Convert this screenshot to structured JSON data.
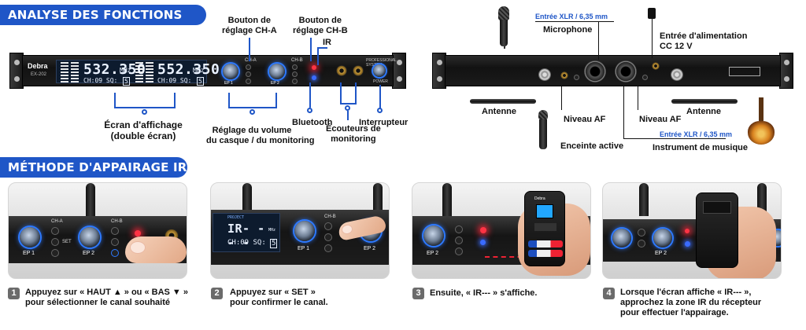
{
  "section1": {
    "title": "ANALYSE DES FONCTIONS CLÉS"
  },
  "section2": {
    "title": "MÉTHODE D'APPAIRAGE IR"
  },
  "front_panel": {
    "brand": "Debra",
    "model": "EX-202",
    "screen_a": {
      "freq": "532.350",
      "unit": "MHz",
      "status": "CH:09  SQ:",
      "sq_level": "5"
    },
    "screen_b": {
      "freq": "552.350",
      "unit": "MHz",
      "status": "CH:09  SQ:",
      "sq_level": "5"
    },
    "ep1_label": "EP 1",
    "ep2_label": "EP 2",
    "cha_label": "CH-A",
    "chb_label": "CH-B",
    "set_label": "SET",
    "power_label": "POWER",
    "system_label": "PROFESSIONAL SYSTEM"
  },
  "front_labels": {
    "btn_cha": [
      "Bouton de",
      "réglage CH-A"
    ],
    "btn_chb": [
      "Bouton de",
      "réglage CH-B"
    ],
    "ir": "IR",
    "screen": [
      "Écran d'affichage",
      "(double écran)"
    ],
    "volume": [
      "Réglage du volume",
      "du casque / du monitoring"
    ],
    "bluetooth": "Bluetooth",
    "headphones": [
      "Écouteurs de",
      "monitoring"
    ],
    "switch": "Interrupteur"
  },
  "rear_labels": {
    "xlr_top": "Entrée XLR / 6,35 mm",
    "microphone": "Microphone",
    "power_in": [
      "Entrée d'alimentation",
      "CC 12 V"
    ],
    "antenna_left": "Antenne",
    "antenna_right": "Antenne",
    "af_left": "Niveau AF",
    "af_right": "Niveau AF",
    "active_speaker": "Enceinte active",
    "xlr_bottom": "Entrée XLR / 6,35 mm",
    "instrument": "Instrument de musique"
  },
  "steps": [
    {
      "num": "1",
      "lines": [
        "Appuyez sur « HAUT ▲ » ou « BAS ▼ »",
        "pour sélectionner le canal souhaité"
      ]
    },
    {
      "num": "2",
      "lines": [
        "Appuyez sur « SET »",
        "pour confirmer le canal."
      ]
    },
    {
      "num": "3",
      "lines": [
        "Ensuite, « IR--- » s'affiche."
      ]
    },
    {
      "num": "4",
      "lines": [
        "Lorsque l'écran affiche « IR--- »,",
        "approchez la zone IR du récepteur",
        "pour effectuer l'appairage."
      ]
    }
  ],
  "panel2_screen": {
    "freq": "IR- - - -",
    "unit": "MHz",
    "status": "CH:09  SQ:",
    "sq_level": "5",
    "project": "PROJECT"
  },
  "colors": {
    "accent": "#1f56c7",
    "led_red": "#ff3344",
    "led_blue": "#3a6bff"
  }
}
